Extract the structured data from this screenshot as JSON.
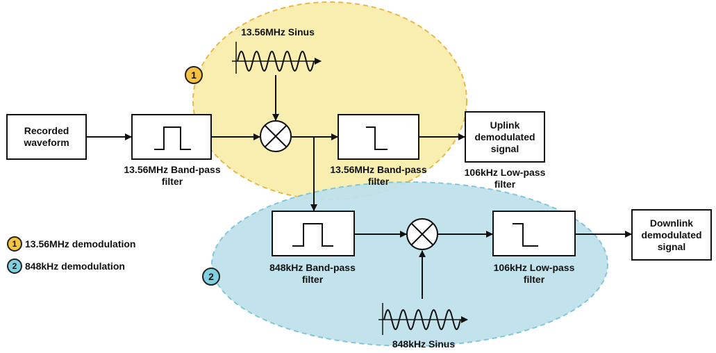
{
  "colors": {
    "region1_fill": "#f7eeb0",
    "region1_border": "#e8b84a",
    "region2_fill": "#bfe2ec",
    "region2_border": "#7cc3d8",
    "badge1": "#f5c242",
    "badge2": "#7fd0e0"
  },
  "blocks": {
    "input": "Recorded\nwaveform",
    "uplink_out": "Uplink\ndemodulated\nsignal",
    "downlink_out": "Downlink\ndemodulated\nsignal"
  },
  "labels": {
    "bpf_13_56_a": "13.56MHz Band-pass\nfilter",
    "bpf_13_56_b": "13.56MHz Band-pass\nfilter",
    "lpf_106_a": "106kHz Low-pass\nfilter",
    "bpf_848": "848kHz Band-pass\nfilter",
    "lpf_106_b": "106kHz Low-pass\nfilter",
    "sinus_13_56": "13.56MHz Sinus",
    "sinus_848": "848kHz Sinus"
  },
  "badges": {
    "one": "1",
    "two": "2"
  },
  "legend": [
    {
      "badge": "1",
      "text": "13.56MHz demodulation"
    },
    {
      "badge": "2",
      "text": "848kHz demodulation"
    }
  ],
  "icons": {
    "bandpass": "bandpass-pulse-icon",
    "lowpass": "lowpass-step-icon",
    "mixer": "mixer-multiply-icon",
    "sine": "sine-wave-icon"
  }
}
